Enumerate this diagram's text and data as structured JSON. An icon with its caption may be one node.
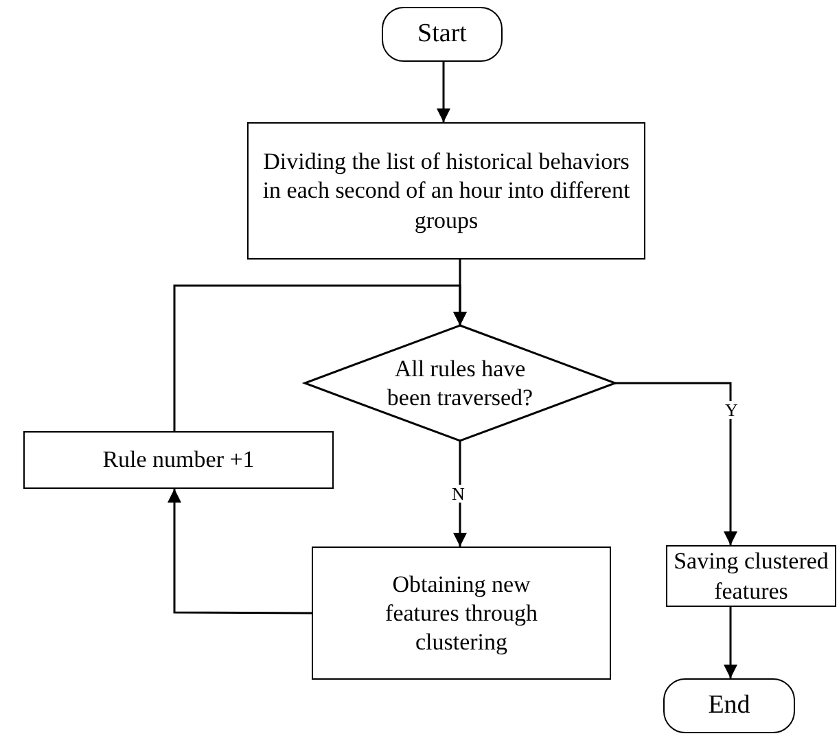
{
  "diagram": {
    "nodes": [
      {
        "text": [
          "Start"
        ]
      },
      {
        "text": [
          "Dividing the list of historical behaviors in each second of an hour into different groups"
        ]
      },
      {
        "text": [
          "All rules have been traversed?"
        ]
      },
      {
        "text": [
          "Rule number +1"
        ]
      },
      {
        "text": [
          "Obtaining new features through clustering"
        ]
      },
      {
        "text": [
          "Saving clustered features"
        ]
      },
      {
        "text": [
          "End"
        ]
      }
    ],
    "edges": [
      {
        "from": 0,
        "to": 1,
        "arrow": "to"
      },
      {
        "from": 1,
        "to": 2,
        "arrow": "to"
      },
      {
        "from": 2,
        "to": 4,
        "arrow": "to",
        "label": "N"
      },
      {
        "from": 2,
        "to": 5,
        "arrow": "to",
        "label": "Y"
      },
      {
        "from": 4,
        "to": 3,
        "arrow": "to"
      },
      {
        "from": 3,
        "to": 2,
        "arrow": "to"
      },
      {
        "from": 5,
        "to": 6,
        "arrow": "to"
      }
    ]
  }
}
